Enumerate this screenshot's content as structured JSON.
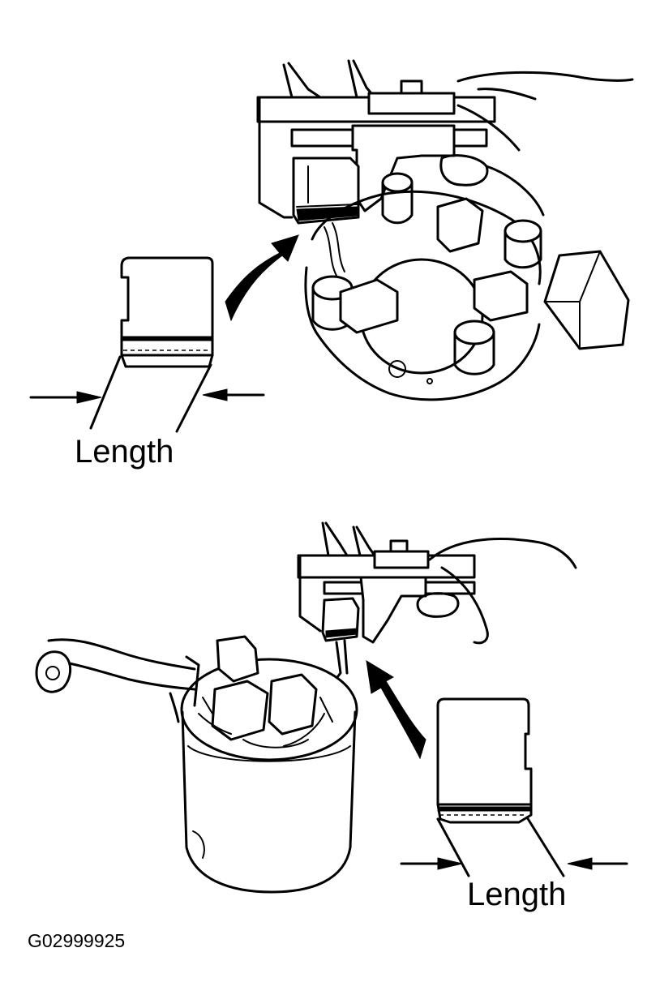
{
  "figure": {
    "top": {
      "label": "Length"
    },
    "bottom": {
      "label": "Length"
    },
    "figure_id": "G02999925"
  }
}
